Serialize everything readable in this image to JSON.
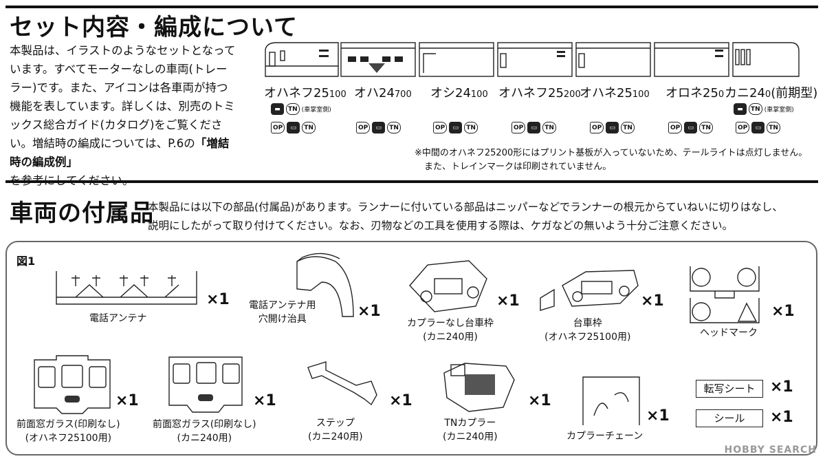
{
  "section1": {
    "title": "セット内容・編成について",
    "body_lines": [
      "本製品は、イラストのようなセットとなって",
      "います。すべてモーターなしの車両(トレー",
      "ラー)です。また、アイコンは各車両が持つ",
      "機能を表しています。詳しくは、別売のトミ",
      "ックス総合ガイド(カタログ)をご覧くださ",
      "い。増結時の編成については、P.6の"
    ],
    "body_bold": "「増結時の編成例」",
    "body_tail": "を参考にしてください。",
    "cars": [
      {
        "name": "オハネフ25",
        "num": "100",
        "extra_icons": "車掌室側"
      },
      {
        "name": "オハ24",
        "num": "700",
        "extra_icons": ""
      },
      {
        "name": "オシ24",
        "num": "100",
        "extra_icons": ""
      },
      {
        "name": "オハネフ25",
        "num": "200",
        "extra_icons": ""
      },
      {
        "name": "オハネ25",
        "num": "100",
        "extra_icons": ""
      },
      {
        "name": "オロネ25",
        "num": "0",
        "extra_icons": ""
      },
      {
        "name": "カニ24",
        "num": "0",
        "suffix": "(前期型)",
        "extra_icons": "車掌室側"
      }
    ],
    "icon_op": "OP",
    "icon_tn": "TN",
    "note_line1": "※中間のオハネフ25200形にはプリント基板が入っていないため、テールライトは点灯しません。",
    "note_line2": "また、トレインマークは印刷されていません。"
  },
  "section2": {
    "title": "車両の付属品",
    "desc_line1": "本製品には以下の部品(付属品)があります。ランナーに付いている部品はニッパーなどでランナーの根元からていねいに切りはなし、",
    "desc_line2": "説明にしたがって取り付けてください。なお、刃物などの工具を使用する際は、ケガなどの無いよう十分ご注意ください。",
    "figure_label": "図1",
    "parts": [
      {
        "label": "電話アンテナ",
        "qty": "×1"
      },
      {
        "label1": "電話アンテナ用",
        "label2": "穴開け治具",
        "qty": "×1"
      },
      {
        "label1": "カプラーなし台車枠",
        "label2": "(カニ240用)",
        "qty": "×1"
      },
      {
        "label1": "台車枠",
        "label2": "(オハネフ25100用)",
        "qty": "×1"
      },
      {
        "label": "ヘッドマーク",
        "qty": "×1"
      },
      {
        "label1": "前面窓ガラス(印刷なし)",
        "label2": "(オハネフ25100用)",
        "qty": "×1"
      },
      {
        "label1": "前面窓ガラス(印刷なし)",
        "label2": "(カニ240用)",
        "qty": "×1"
      },
      {
        "label1": "ステップ",
        "label2": "(カニ240用)",
        "qty": "×1"
      },
      {
        "label1": "TNカプラー",
        "label2": "(カニ240用)",
        "qty": "×1"
      },
      {
        "label": "カプラーチェーン",
        "qty": "×1"
      },
      {
        "label": "転写シート",
        "qty": "×1"
      },
      {
        "label": "シール",
        "qty": "×1"
      }
    ]
  },
  "watermark": "HOBBY SEARCH"
}
